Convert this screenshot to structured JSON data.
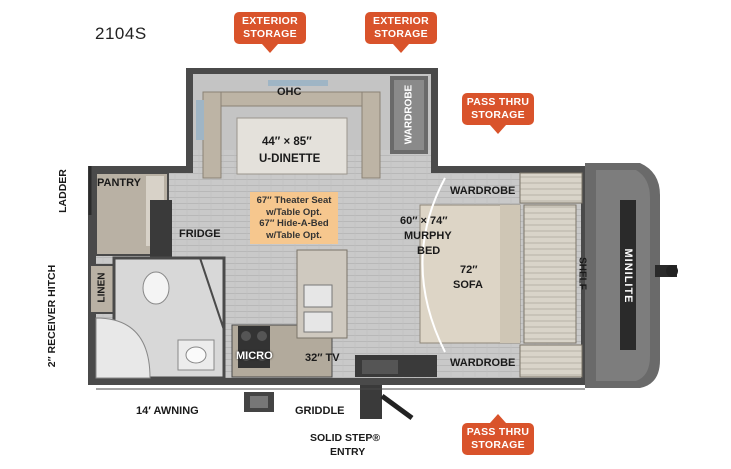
{
  "model": "2104S",
  "badges": {
    "ext1": [
      "EXTERIOR",
      "STORAGE"
    ],
    "ext2": [
      "EXTERIOR",
      "STORAGE"
    ],
    "pass1": [
      "PASS THRU",
      "STORAGE"
    ],
    "pass2": [
      "PASS THRU",
      "STORAGE"
    ]
  },
  "labels": {
    "ohc": "OHC",
    "wardrobe_v": "WARDROBE",
    "dinette_size": "44″ × 85″",
    "dinette": "U-DINETTE",
    "pantry": "PANTRY",
    "fridge": "FRIDGE",
    "linen": "LINEN",
    "micro": "MICRO",
    "tv": "32″ TV",
    "wardrobe_top": "WARDROBE",
    "wardrobe_bottom": "WARDROBE",
    "murphy_size": "60″ × 74″",
    "murphy1": "MURPHY",
    "murphy2": "BED",
    "sofa_size": "72″",
    "sofa": "SOFA",
    "shelf": "SHELF",
    "brand": "MINILITE",
    "ladder": "LADDER",
    "hitch": "2″ RECEIVER HITCH",
    "awning": "14′ AWNING",
    "griddle": "GRIDDLE",
    "entry1": "SOLID STEP®",
    "entry2": "ENTRY"
  },
  "theater": {
    "line1": "67″ Theater Seat",
    "line2": "w/Table Opt.",
    "line3": "67″ Hide-A-Bed",
    "line4": "w/Table Opt."
  }
}
